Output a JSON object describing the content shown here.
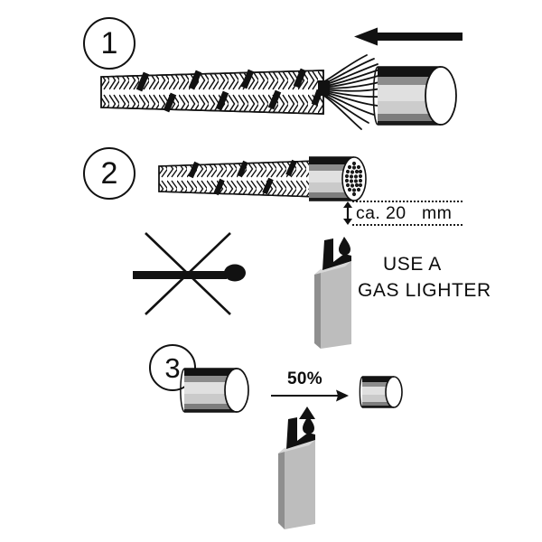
{
  "document": {
    "kind": "assembly-instruction-diagram",
    "background_color": "#ffffff",
    "ink_color": "#111111"
  },
  "steps": [
    {
      "number": "1",
      "name": "slide-heatshrink-tube-over-braid"
    },
    {
      "number": "2",
      "name": "position-tube-20mm-over-cut-end"
    },
    {
      "number": "3",
      "name": "shrink-tube-with-gas-lighter"
    }
  ],
  "annotations": {
    "measurement": "ca. 20   mm",
    "shrink_percent": "50%",
    "advice_line1": "USE A",
    "advice_line2": "GAS LIGHTER"
  },
  "icons": {
    "direction_arrow": "arrow-left-icon",
    "no_match": "match-crossed-out-icon",
    "gas_lighter": "gas-lighter-icon",
    "flame": "flame-icon",
    "measure_arrow": "double-arrow-vertical-icon",
    "process_arrow": "arrow-right-icon",
    "pointer": "triangle-up-icon",
    "braid": "braided-sleeve-icon",
    "frayed_strands": "frayed-strands-icon",
    "tube": "heatshrink-tube-icon",
    "tube_end_dots": "wire-strand-cross-section-icon"
  },
  "colors": {
    "tube_top_black": "#111111",
    "tube_mid_gray": "#8c8c8c",
    "tube_light": "#d2d2d2",
    "tube_lightest": "#e3e3e3",
    "tube_bottom_dark": "#2b2b2b",
    "lighter_body": "#b8b8b8",
    "lighter_side": "#8f8f8f",
    "ink": "#111111"
  }
}
